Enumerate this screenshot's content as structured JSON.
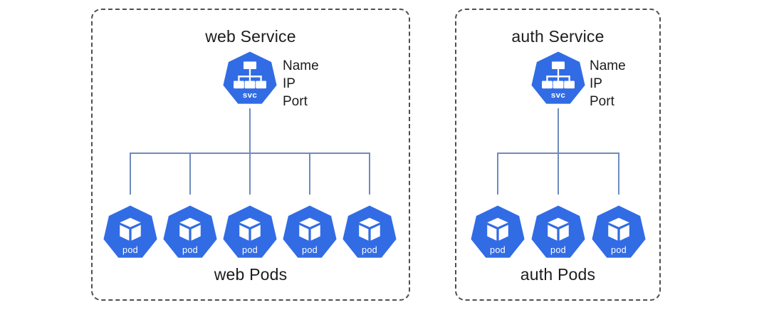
{
  "colors": {
    "k8s_blue": "#326CE5",
    "connector": "#6f8bbd",
    "panel_border": "#4f4f4f",
    "text": "#1c1c1c"
  },
  "panels": [
    {
      "title": "web Service",
      "service": {
        "icon": "k8s-service-icon",
        "label": "svc",
        "fields": [
          "Name",
          "IP",
          "Port"
        ]
      },
      "pods": {
        "count": 5,
        "pod_label": "pod",
        "group_label": "web Pods",
        "icon": "k8s-pod-icon"
      }
    },
    {
      "title": "auth Service",
      "service": {
        "icon": "k8s-service-icon",
        "label": "svc",
        "fields": [
          "Name",
          "IP",
          "Port"
        ]
      },
      "pods": {
        "count": 3,
        "pod_label": "pod",
        "group_label": "auth Pods",
        "icon": "k8s-pod-icon"
      }
    }
  ]
}
